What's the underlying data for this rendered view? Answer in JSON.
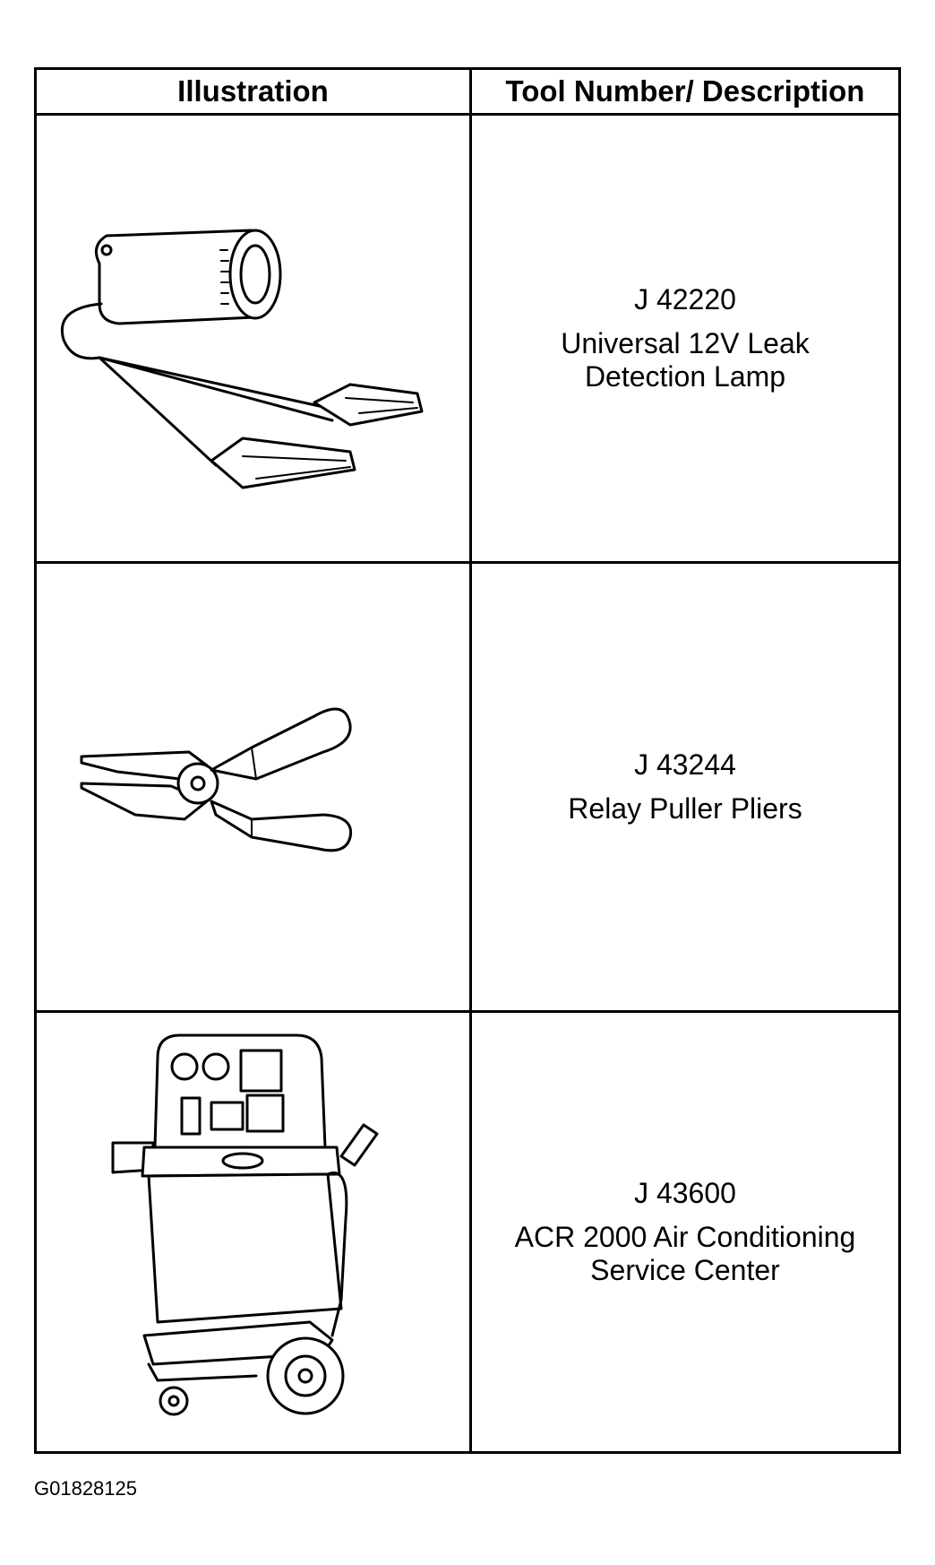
{
  "table": {
    "headers": {
      "illustration": "Illustration",
      "tool": "Tool Number/ Description"
    },
    "rows": [
      {
        "number": "J 42220",
        "description_line1": "Universal 12V Leak",
        "description_line2": "Detection Lamp",
        "icon": "leak-detection-lamp-icon"
      },
      {
        "number": "J 43244",
        "description_line1": "Relay Puller Pliers",
        "description_line2": "",
        "icon": "relay-puller-pliers-icon"
      },
      {
        "number": "J 43600",
        "description_line1": "ACR 2000 Air Conditioning",
        "description_line2": "Service Center",
        "icon": "ac-service-center-icon"
      }
    ]
  },
  "figure_id": "G01828125"
}
